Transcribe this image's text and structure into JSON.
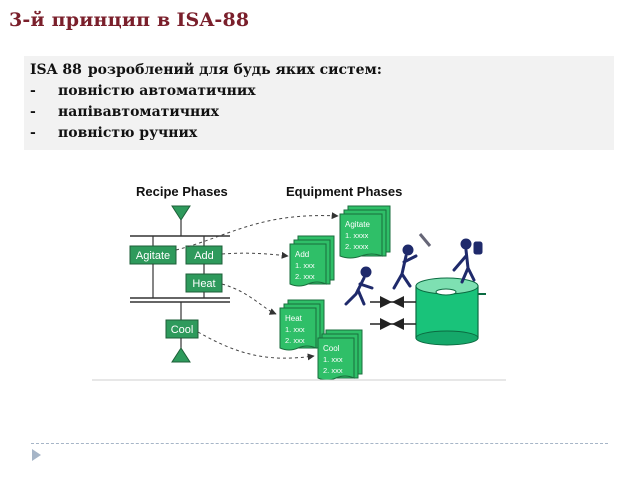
{
  "slide": {
    "title_prefix": "3-й принцип в",
    "title_emphasis": "ISA-88"
  },
  "content": {
    "standard_name": "ISA 88",
    "intro_text": "розроблений для будь яких систем:",
    "bullet_marker": "-",
    "bullets": [
      "повністю автоматичних",
      "напівавтоматичних",
      "повністю ручних"
    ]
  },
  "diagram": {
    "recipe_heading": "Recipe Phases",
    "equipment_heading": "Equipment Phases",
    "recipe_phases": {
      "agitate": "Agitate",
      "add": "Add",
      "heat": "Heat",
      "cool": "Cool"
    },
    "equipment_docs": {
      "agitate": [
        "Agitate",
        "1. xxxx",
        "2. xxxx"
      ],
      "add": [
        "Add",
        "1. xxx",
        "2. xxx"
      ],
      "heat": [
        "Heat",
        "1. xxx",
        "2. xxx"
      ],
      "cool": [
        "Cool",
        "1. xxx",
        "2. xxx"
      ]
    },
    "colors": {
      "phase_fill": "#2e9a5c",
      "doc_fill": "#2fbf68",
      "tank_fill": "#19c37a",
      "operator": "#1f2a6b",
      "arrow": "#444444"
    }
  },
  "footer": {
    "icon": "triangle-right-icon"
  }
}
